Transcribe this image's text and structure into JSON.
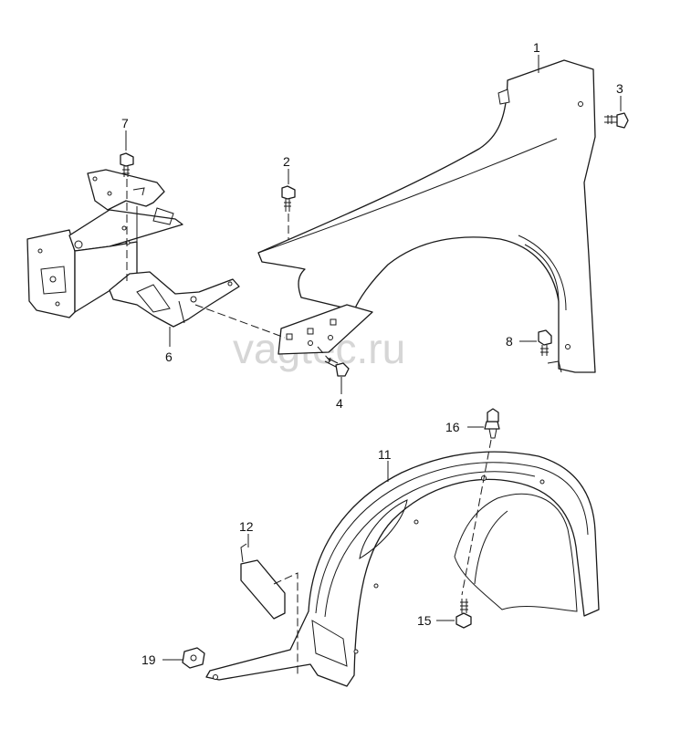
{
  "watermark": "vagtec.ru",
  "callouts": {
    "c1": "1",
    "c2": "2",
    "c3": "3",
    "c4": "4",
    "c6": "6",
    "c7": "7",
    "c8": "8",
    "c11": "11",
    "c12": "12",
    "c15": "15",
    "c16": "16",
    "c19": "19"
  },
  "colors": {
    "line": "#1a1a1a",
    "watermark": "#c9c9c9",
    "background": "#ffffff"
  }
}
